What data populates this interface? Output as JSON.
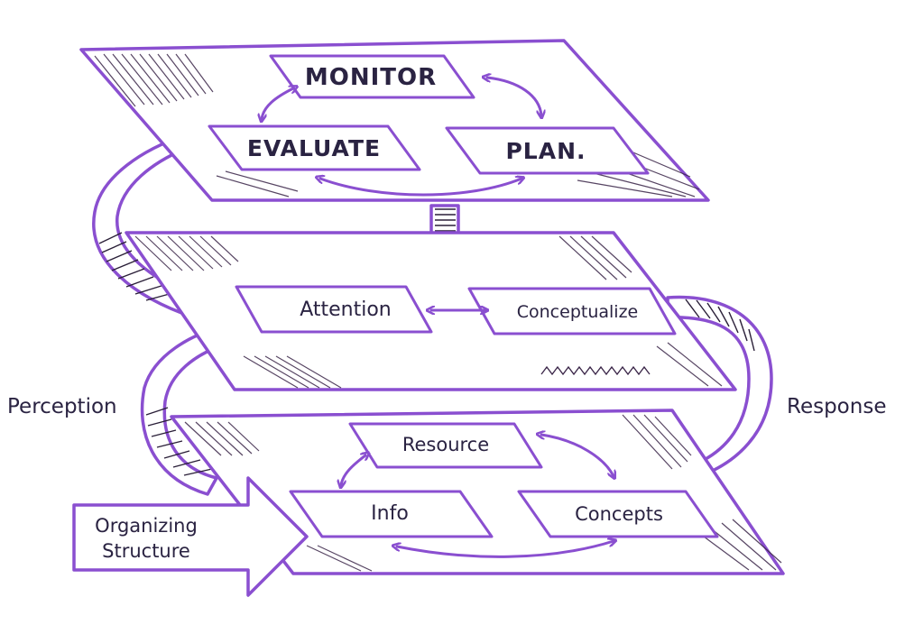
{
  "colors": {
    "accent": "#8a4fd0",
    "ink": "#2a2342",
    "shade": "#3a2548",
    "background": "#ffffff"
  },
  "top_layer": {
    "monitor": "MONITOR",
    "evaluate": "EVALUATE",
    "plan": "PLAN."
  },
  "middle_layer": {
    "attention": "Attention",
    "conceptualize": "Conceptualize"
  },
  "bottom_layer": {
    "resource": "Resource",
    "info": "Info",
    "concepts": "Concepts"
  },
  "side_labels": {
    "perception": "Perception",
    "response": "Response",
    "organizing_line1": "Organizing",
    "organizing_line2": "Structure"
  }
}
